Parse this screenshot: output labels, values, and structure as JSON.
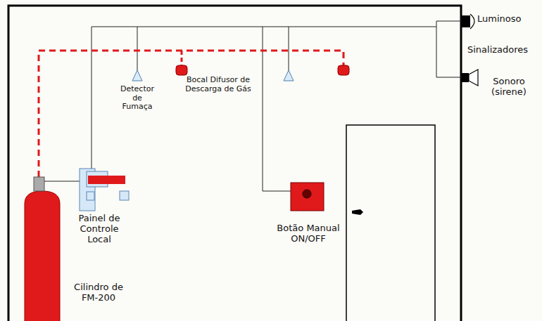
{
  "diagram": {
    "labels": [
      "Luminoso",
      "Sinalizadores",
      "Detector de Fumaça",
      "Bocal Difusor de Descarga de Gás",
      "Sonoro (sirene)",
      "Painel de Controle Local",
      "Botão Manual ON/OFF",
      "Cilindro de FM-200"
    ]
  }
}
